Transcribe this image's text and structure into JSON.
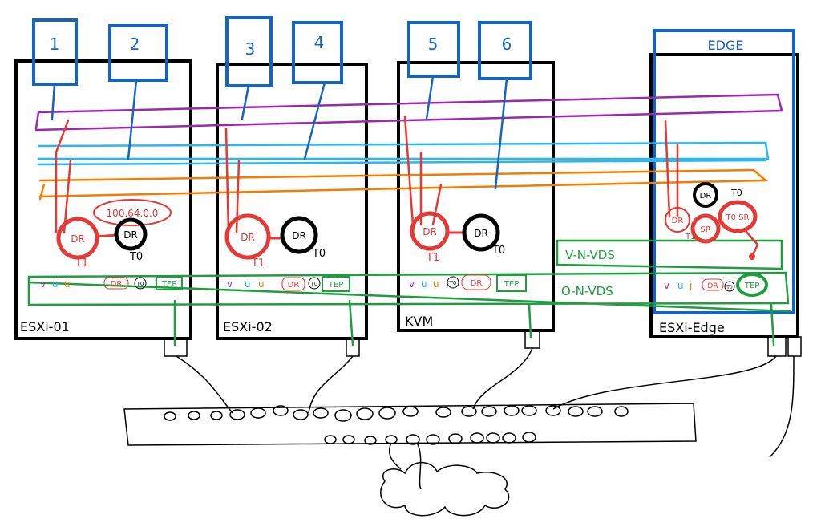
{
  "vms": [
    "1",
    "2",
    "3",
    "4",
    "5",
    "6"
  ],
  "edge_label": "EDGE",
  "hosts": [
    "ESXi-01",
    "ESXi-02",
    "KVM",
    "ESXi-Edge"
  ],
  "dr": "DR",
  "t1": "T1",
  "t0": "T0",
  "transit_subnet": "100.64.0.0",
  "tep": "TEP",
  "sr": "SR",
  "t0_sr": "T0 SR",
  "v_n_vds": "V-N-VDS",
  "o_n_vds": "O-N-VDS",
  "colors": {
    "purple": "#9c27b0",
    "cyan": "#29b6f6",
    "orange": "#f57c00",
    "red": "#e53935",
    "green": "#1e9e3e",
    "blue": "#1565c0"
  }
}
